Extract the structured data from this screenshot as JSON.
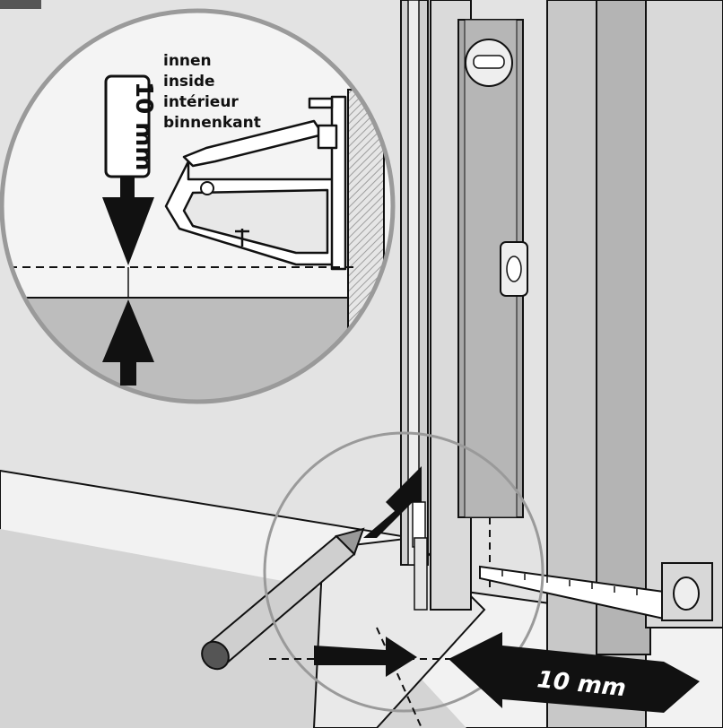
{
  "zoom_labels": {
    "lines": [
      "innen",
      "inside",
      "intérieur",
      "binnenkant"
    ]
  },
  "zoom_measure": "10 mm",
  "bottom_measure": "10 mm",
  "colors": {
    "wall": "#dcdcdc",
    "floor": "#bdbdbd",
    "frame": "#c9c9c9",
    "level": "#a8a8a8",
    "outline": "#111111",
    "circle_stroke": "#9a9a9a",
    "white": "#ffffff"
  }
}
